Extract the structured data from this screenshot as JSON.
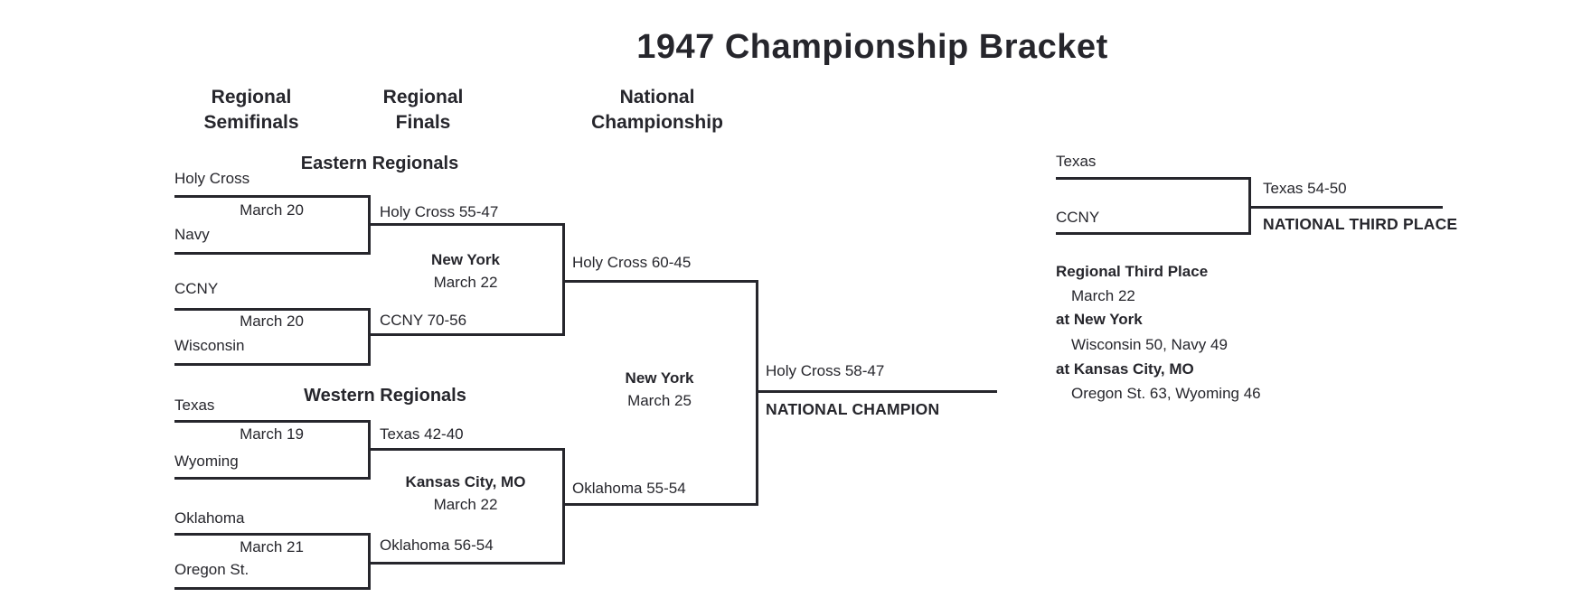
{
  "title": "1947 Championship Bracket",
  "colors": {
    "ink": "#26262c",
    "background": "#ffffff"
  },
  "columns": [
    {
      "line1": "Regional",
      "line2": "Semifinals"
    },
    {
      "line1": "Regional",
      "line2": "Finals"
    },
    {
      "line1": "National",
      "line2": "Championship"
    }
  ],
  "regions": [
    {
      "name": "Eastern Regionals",
      "semifinals": [
        {
          "team1": "Holy Cross",
          "team2": "Navy",
          "date": "March 20",
          "winner": "Holy Cross 55-47"
        },
        {
          "team1": "CCNY",
          "team2": "Wisconsin",
          "date": "March 20",
          "winner": "CCNY 70-56"
        }
      ],
      "final": {
        "site": "New York",
        "date": "March 22",
        "winner": "Holy Cross 60-45"
      }
    },
    {
      "name": "Western Regionals",
      "semifinals": [
        {
          "team1": "Texas",
          "team2": "Wyoming",
          "date": "March 19",
          "winner": "Texas 42-40"
        },
        {
          "team1": "Oklahoma",
          "team2": "Oregon St.",
          "date": "March 21",
          "winner": "Oklahoma 56-54"
        }
      ],
      "final": {
        "site": "Kansas City, MO",
        "date": "March 22",
        "winner": "Oklahoma 55-54"
      }
    }
  ],
  "championship": {
    "site": "New York",
    "date": "March 25",
    "winner": "Holy Cross 58-47",
    "caption": "NATIONAL CHAMPION"
  },
  "third_place_game": {
    "team1": "Texas",
    "team2": "CCNY",
    "winner": "Texas 54-50",
    "caption": "NATIONAL THIRD PLACE"
  },
  "regional_third_place": {
    "heading": "Regional Third Place",
    "date": "March 22",
    "games": [
      {
        "site": "at New York",
        "result": "Wisconsin 50, Navy 49"
      },
      {
        "site": "at Kansas City, MO",
        "result": "Oregon St. 63, Wyoming 46"
      }
    ]
  }
}
